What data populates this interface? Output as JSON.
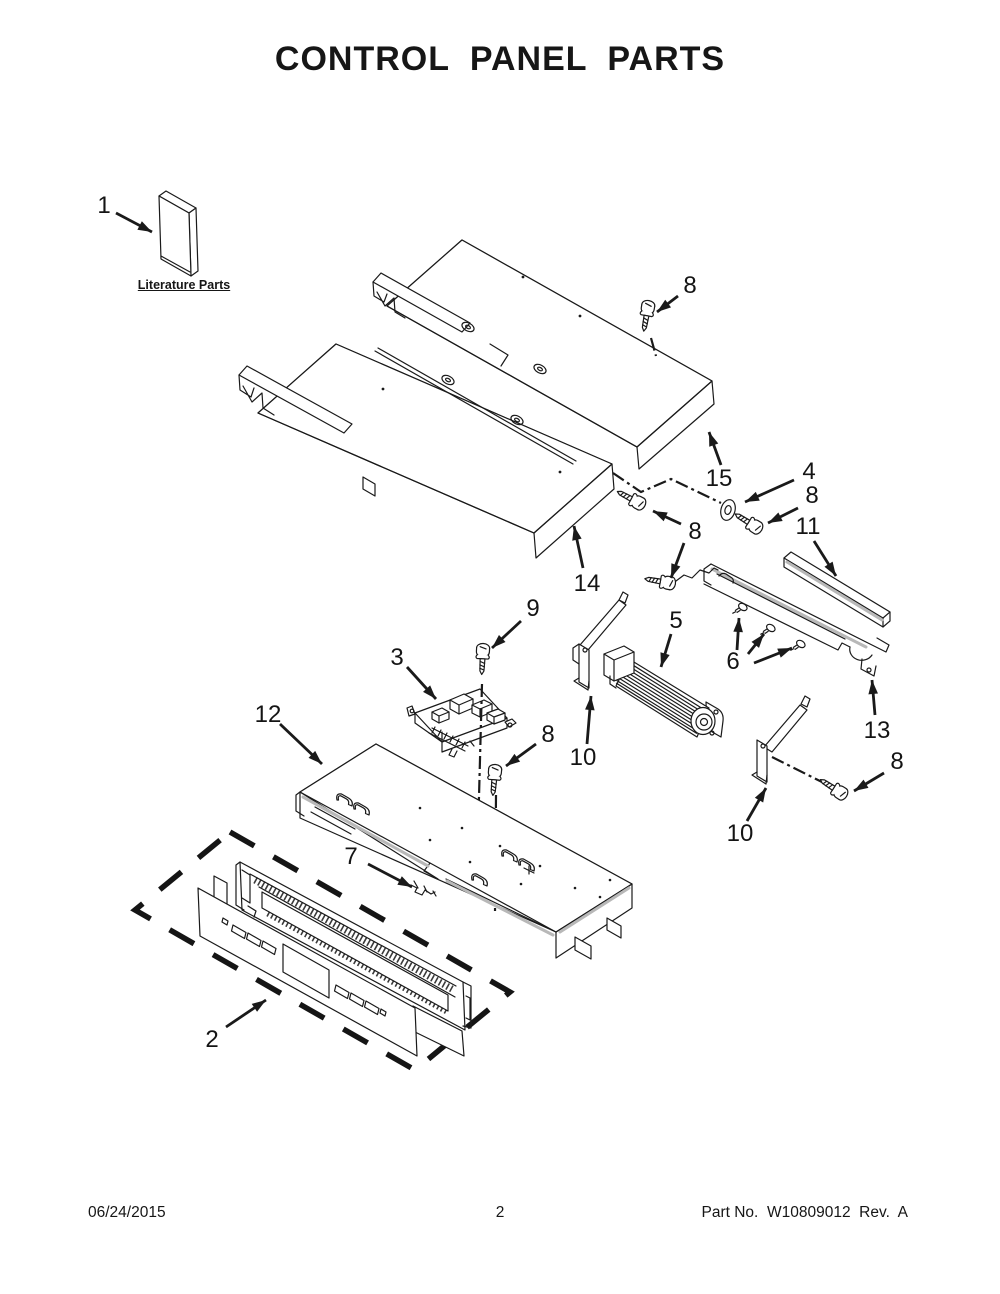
{
  "page": {
    "title": "CONTROL PANEL PARTS",
    "footer": {
      "date": "06/24/2015",
      "page_number": "2",
      "part_info": "Part No.  W10809012  Rev.  A"
    }
  },
  "diagram": {
    "literature_label": "Literature Parts",
    "callouts": {
      "c1": "1",
      "c2": "2",
      "c3": "3",
      "c4": "4",
      "c5": "5",
      "c6": "6",
      "c7": "7",
      "c8a": "8",
      "c8b": "8",
      "c8c": "8",
      "c8d": "8",
      "c8e": "8",
      "c9": "9",
      "c10l": "10",
      "c10r": "10",
      "c11": "11",
      "c12": "12",
      "c13": "13",
      "c14": "14",
      "c15": "15"
    }
  }
}
